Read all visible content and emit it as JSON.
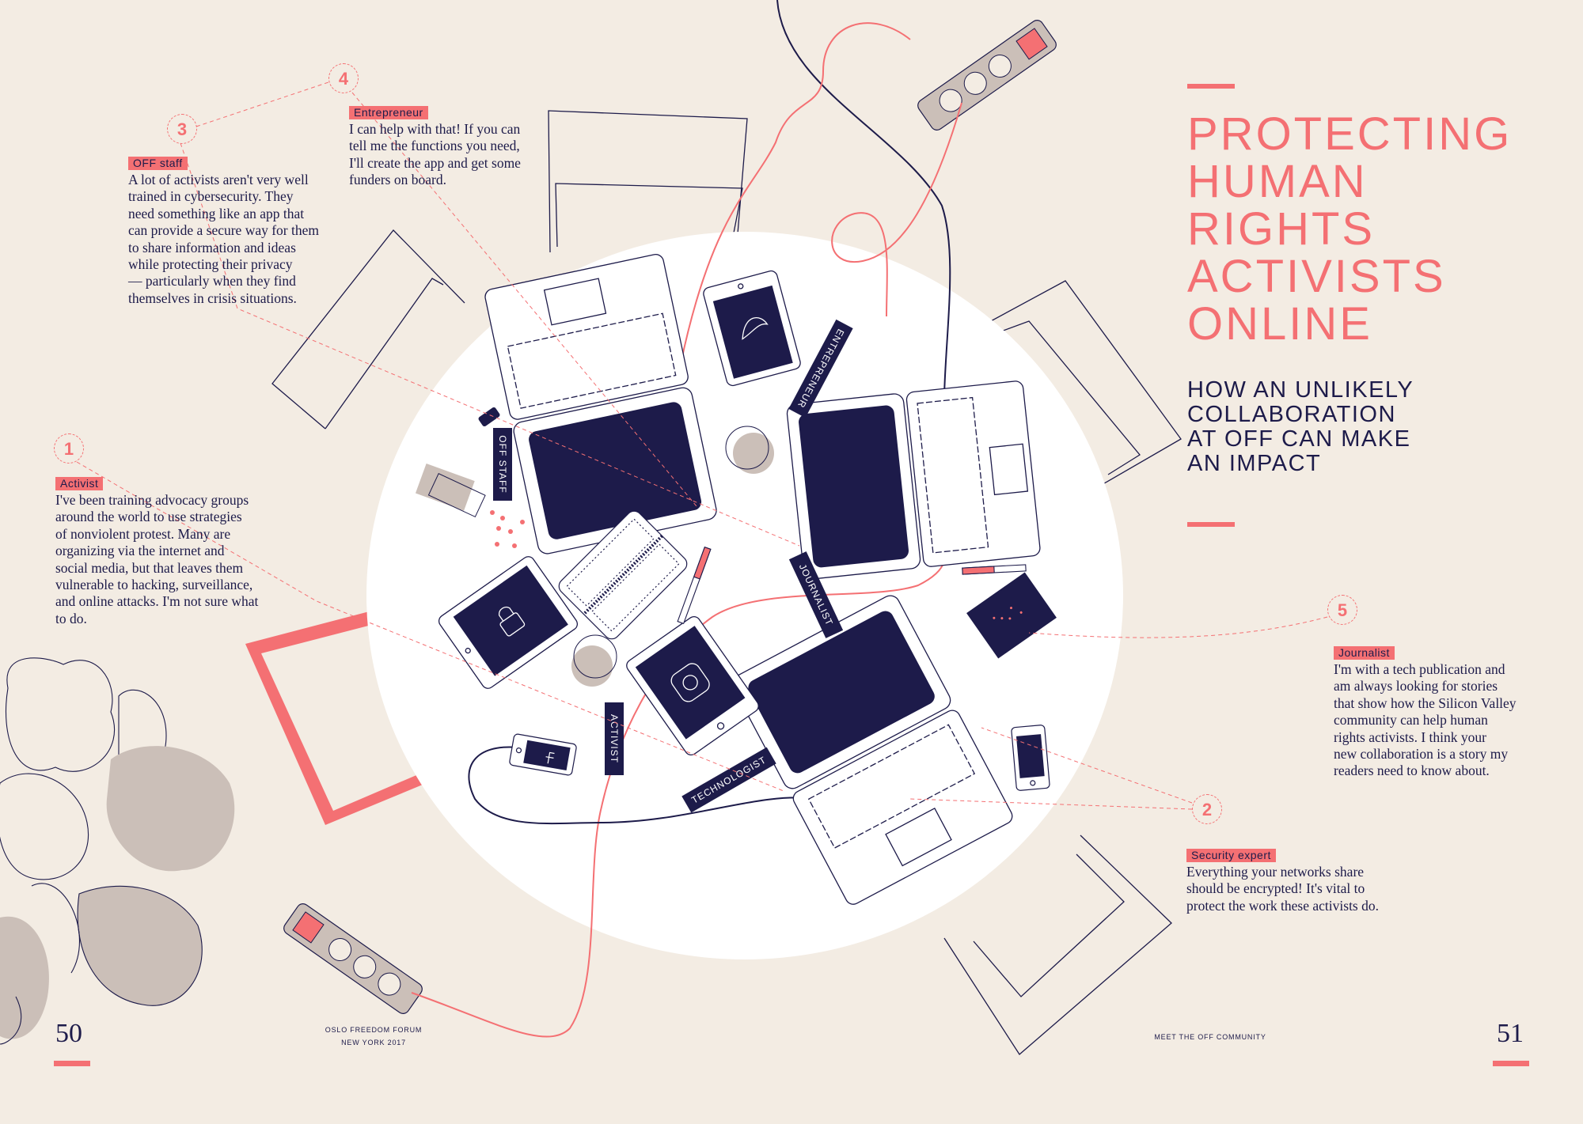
{
  "colors": {
    "background": "#f3ece3",
    "accent": "#f47073",
    "navy": "#1d1b4a",
    "muted": "#cbbfb8"
  },
  "title": {
    "lines": [
      "PROTECTING",
      "HUMAN",
      "RIGHTS",
      "ACTIVISTS",
      "ONLINE"
    ]
  },
  "subtitle": {
    "lines": [
      "HOW AN UNLIKELY",
      "COLLABORATION",
      "AT OFF CAN MAKE",
      "AN IMPACT"
    ]
  },
  "callouts": {
    "activist": {
      "number": "1",
      "label": "Activist",
      "lines": [
        "I've been training advocacy groups",
        "around the world to use strategies",
        "of nonviolent protest. Many are",
        "organizing via the internet and",
        "social media, but that leaves them",
        "vulnerable to hacking, surveillance,",
        "and online attacks. I'm not sure what",
        "to do."
      ]
    },
    "security_expert": {
      "number": "2",
      "label": "Security expert",
      "lines": [
        "Everything your networks share",
        "should be encrypted! It's vital to",
        "protect the work these activists do."
      ]
    },
    "off_staff": {
      "number": "3",
      "label": "OFF staff",
      "lines": [
        "A lot of activists aren't very well",
        "trained in cybersecurity. They",
        "need something like an app that",
        "can provide a secure way for them",
        "to share information and ideas",
        "while protecting their privacy",
        "— particularly when they find",
        "themselves in crisis situations."
      ]
    },
    "entrepreneur": {
      "number": "4",
      "label": "Entrepreneur",
      "lines": [
        "I can help with that! If you can",
        "tell me the functions you need,",
        "I'll create the app and get some",
        "funders on board."
      ]
    },
    "journalist": {
      "number": "5",
      "label": "Journalist",
      "lines": [
        "I'm with a tech publication and",
        "am always looking for stories",
        "that show how the Silicon Valley",
        "community can help human",
        "rights activists. I think your",
        "new collaboration is a story my",
        "readers need to know about."
      ]
    }
  },
  "device_labels": {
    "off_staff": "OFF STAFF",
    "entrepreneur": "ENTREPRENEUR",
    "journalist": "JOURNALIST",
    "activist": "ACTIVIST",
    "technologist": "TECHNOLOGIST"
  },
  "footer": {
    "left_page": "50",
    "right_page": "51",
    "left_line1": "OSLO FREEDOM FORUM",
    "left_line2": "NEW YORK 2017",
    "right_section": "MEET THE OFF COMMUNITY"
  }
}
